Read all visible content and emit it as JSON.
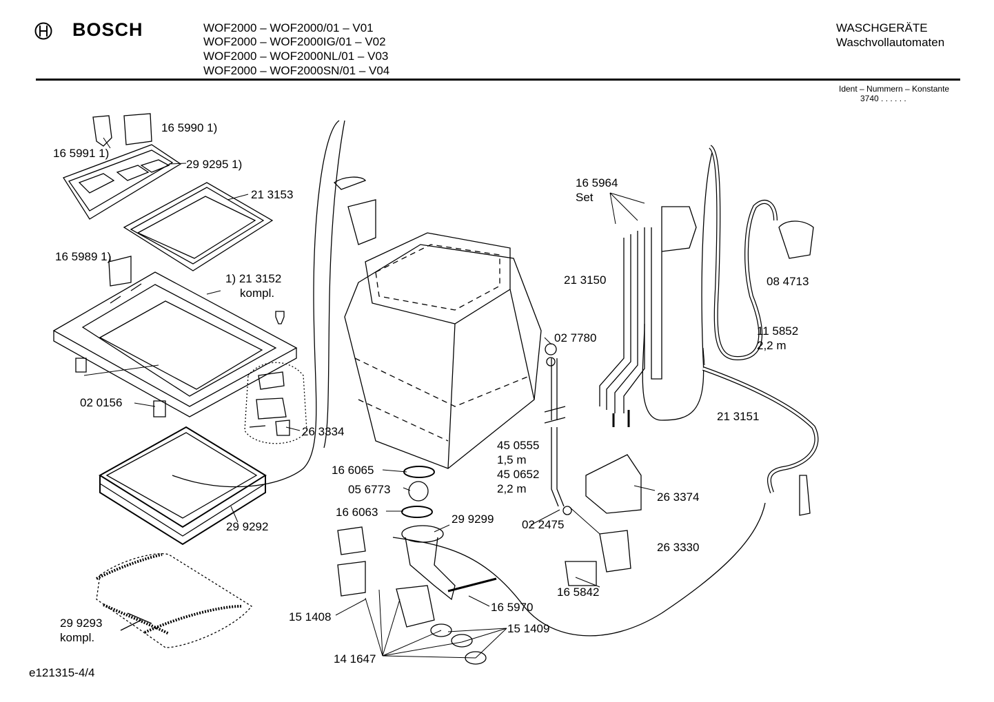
{
  "header": {
    "brand": "BOSCH",
    "model_lines": [
      "WOF2000 – WOF2000/01 – V01",
      "WOF2000 – WOF2000IG/01 – V02",
      "WOF2000 – WOF2000NL/01 – V03",
      "WOF2000 – WOF2000SN/01 – V04"
    ],
    "category": "WASCHGERÄTE",
    "subcategory": "Waschvollautomaten",
    "ident_label": "Ident – Nummern – Konstante",
    "ident_value": "3740  . .    . . . ."
  },
  "footer": {
    "drawing_id": "e121315-4/4"
  },
  "parts": {
    "p165990": "16 5990 1)",
    "p165991": "16 5991 1)",
    "p299295": "29 9295 1)",
    "p213153": "21 3153",
    "p165989": "16 5989 1)",
    "p213152a": "1) 21 3152",
    "p213152b": "kompl.",
    "p020156": "02 0156",
    "p263334": "26 3334",
    "p299292": "29 9292",
    "p299293a": "29 9293",
    "p299293b": "kompl.",
    "p165964a": "16 5964",
    "p165964b": "Set",
    "p213150": "21 3150",
    "p084713": "08 4713",
    "p115852a": "11 5852",
    "p115852b": "2,2 m",
    "p027780": "02 7780",
    "p213151": "21 3151",
    "p450555a": "45 0555",
    "p450555b": "1,5 m",
    "p450652a": "45 0652",
    "p450652b": "2,2 m",
    "p166065": "16 6065",
    "p056773": "05 6773",
    "p166063": "16 6063",
    "p299299": "29 9299",
    "p022475": "02 2475",
    "p263374": "26 3374",
    "p263330": "26 3330",
    "p165842": "16 5842",
    "p165970": "16 5970",
    "p151408": "15 1408",
    "p151409": "15 1409",
    "p141647": "14 1647"
  }
}
